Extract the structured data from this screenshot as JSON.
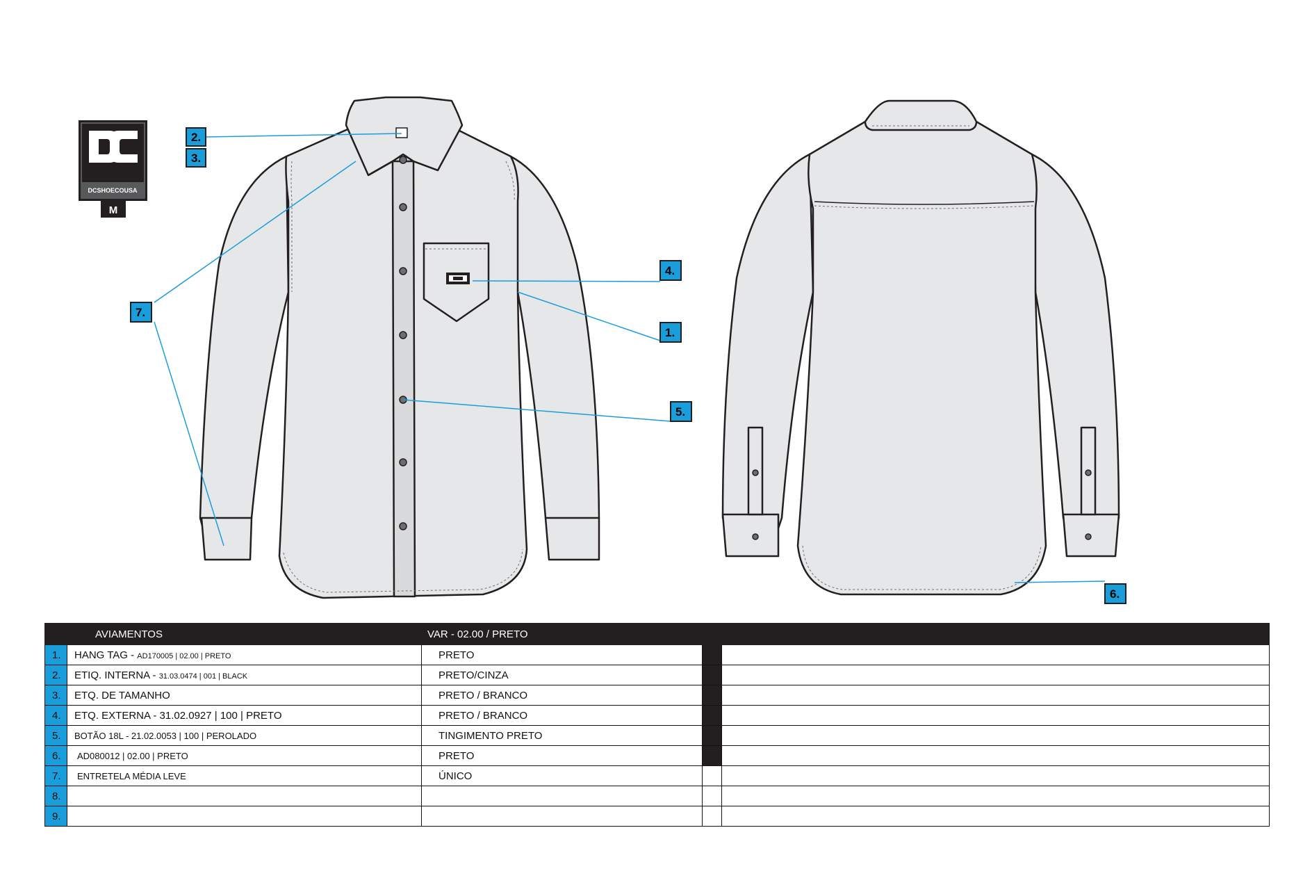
{
  "brand": {
    "logo_text": "DCSHOECOUSA",
    "size": "M"
  },
  "callouts": {
    "c1": "1.",
    "c2": "2.",
    "c3": "3.",
    "c4": "4.",
    "c5": "5.",
    "c6": "6.",
    "c7": "7."
  },
  "colors": {
    "callout_blue": "#1a9ddb",
    "garment_fill": "#e6e7e8",
    "table_dark": "#231f20"
  },
  "table": {
    "header_items": "AVIAMENTOS",
    "header_var": "VAR - 02.00 / PRETO",
    "rows": [
      {
        "num": "1.",
        "item": "HANG TAG - ",
        "item_small": "AD170005 | 02.00 | PRETO",
        "var": "PRETO"
      },
      {
        "num": "2.",
        "item": "ETIQ. INTERNA - ",
        "item_small": "31.03.0474 | 001 | BLACK",
        "var": "PRETO/CINZA"
      },
      {
        "num": "3.",
        "item": "ETQ. DE TAMANHO",
        "item_small": "",
        "var": "PRETO / BRANCO"
      },
      {
        "num": "4.",
        "item": "ETQ. EXTERNA - 31.02.0927 | 100 | PRETO",
        "item_small": "",
        "var": "PRETO / BRANCO"
      },
      {
        "num": "5.",
        "item": "BOTÃO 18L - 21.02.0053 | 100 | PEROLADO",
        "item_small": "",
        "var": "TINGIMENTO PRETO"
      },
      {
        "num": "6.",
        "item": "AD080012 | 02.00 | PRETO",
        "item_small": "",
        "var": "PRETO"
      },
      {
        "num": "7.",
        "item": "ENTRETELA MÉDIA LEVE",
        "item_small": "",
        "var": "ÚNICO"
      },
      {
        "num": "8.",
        "item": "",
        "item_small": "",
        "var": ""
      },
      {
        "num": "9.",
        "item": "",
        "item_small": "",
        "var": ""
      }
    ]
  }
}
